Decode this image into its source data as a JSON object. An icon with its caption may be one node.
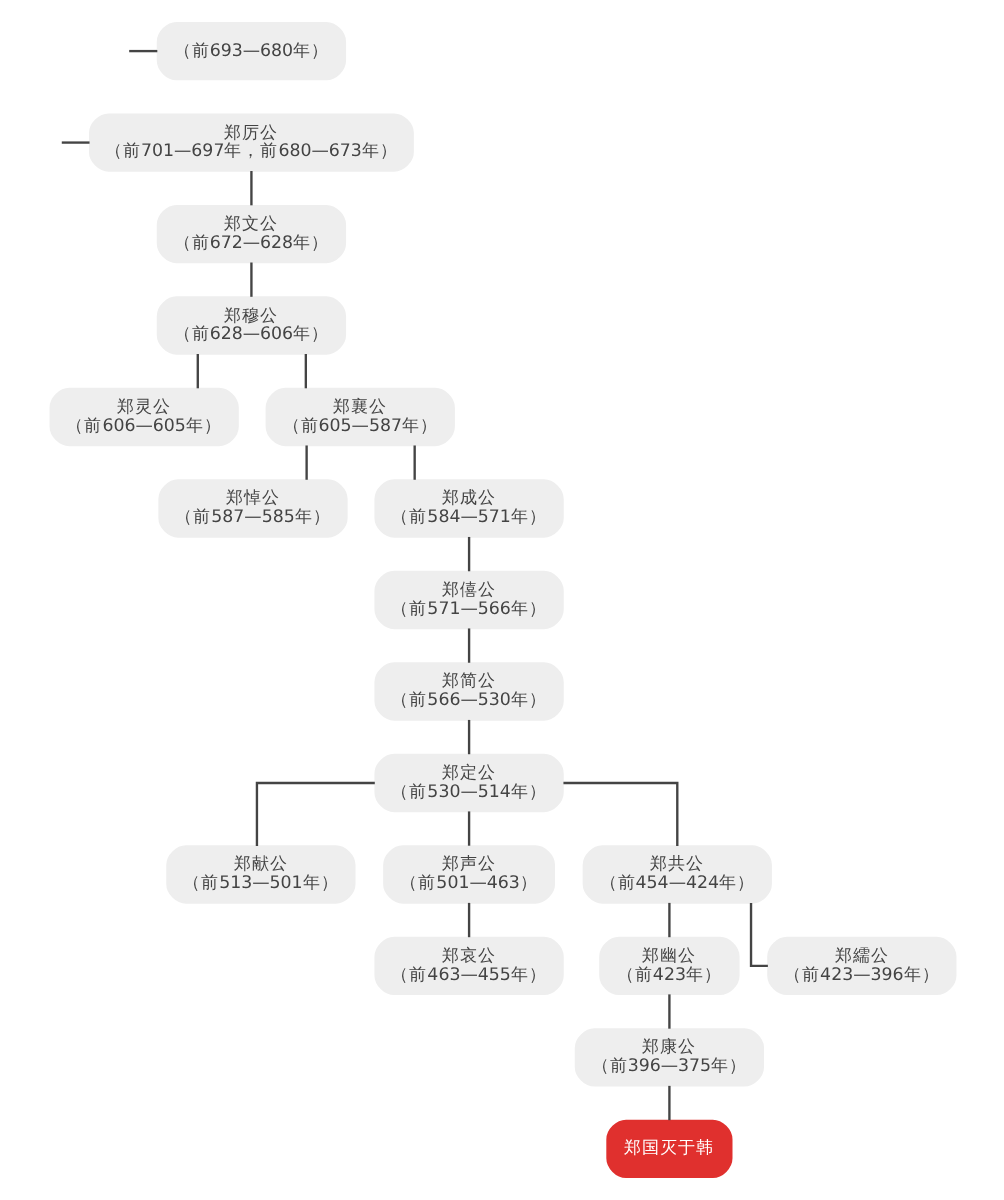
{
  "diagram": {
    "nodes": [
      {
        "text": [
          "（前693—680年）"
        ]
      },
      {
        "text": [
          "郑厉公",
          "（前701—697年，前680—673年）"
        ]
      },
      {
        "text": [
          "郑文公",
          "（前672—628年）"
        ]
      },
      {
        "text": [
          "郑穆公",
          "（前628—606年）"
        ]
      },
      {
        "text": [
          "郑灵公",
          "（前606—605年）"
        ]
      },
      {
        "text": [
          "郑襄公",
          "（前605—587年）"
        ]
      },
      {
        "text": [
          "郑悼公",
          "（前587—585年）"
        ]
      },
      {
        "text": [
          "郑成公",
          "（前584—571年）"
        ]
      },
      {
        "text": [
          "郑僖公",
          "（前571—566年）"
        ]
      },
      {
        "text": [
          "郑简公",
          "（前566—530年）"
        ]
      },
      {
        "text": [
          "郑定公",
          "（前530—514年）"
        ]
      },
      {
        "text": [
          "郑献公",
          "（前513—501年）"
        ]
      },
      {
        "text": [
          "郑声公",
          "（前501—463）"
        ]
      },
      {
        "text": [
          "郑共公",
          "（前454—424年）"
        ]
      },
      {
        "text": [
          "郑哀公",
          "（前463—455年）"
        ]
      },
      {
        "text": [
          "郑幽公",
          "（前423年）"
        ]
      },
      {
        "text": [
          "郑繻公",
          "（前423—396年）"
        ]
      },
      {
        "text": [
          "郑康公",
          "（前396—375年）"
        ]
      },
      {
        "text": [
          "郑国灭于韩"
        ]
      }
    ],
    "edges": [
      {
        "from": null,
        "to": 0,
        "arrow": "none"
      },
      {
        "from": null,
        "to": 1,
        "arrow": "none"
      },
      {
        "from": 1,
        "to": 2,
        "arrow": "none"
      },
      {
        "from": 2,
        "to": 3,
        "arrow": "none"
      },
      {
        "from": 3,
        "to": 4,
        "arrow": "none"
      },
      {
        "from": 3,
        "to": 5,
        "arrow": "none"
      },
      {
        "from": 5,
        "to": 6,
        "arrow": "none"
      },
      {
        "from": 5,
        "to": 7,
        "arrow": "none"
      },
      {
        "from": 7,
        "to": 8,
        "arrow": "none"
      },
      {
        "from": 8,
        "to": 9,
        "arrow": "none"
      },
      {
        "from": 9,
        "to": 10,
        "arrow": "none"
      },
      {
        "from": 10,
        "to": 11,
        "arrow": "none"
      },
      {
        "from": 10,
        "to": 12,
        "arrow": "none"
      },
      {
        "from": 10,
        "to": 13,
        "arrow": "none"
      },
      {
        "from": 12,
        "to": 14,
        "arrow": "none"
      },
      {
        "from": 13,
        "to": 15,
        "arrow": "none"
      },
      {
        "from": 13,
        "to": 16,
        "arrow": "none"
      },
      {
        "from": 15,
        "to": 17,
        "arrow": "none"
      },
      {
        "from": 17,
        "to": 18,
        "arrow": "none"
      }
    ]
  }
}
